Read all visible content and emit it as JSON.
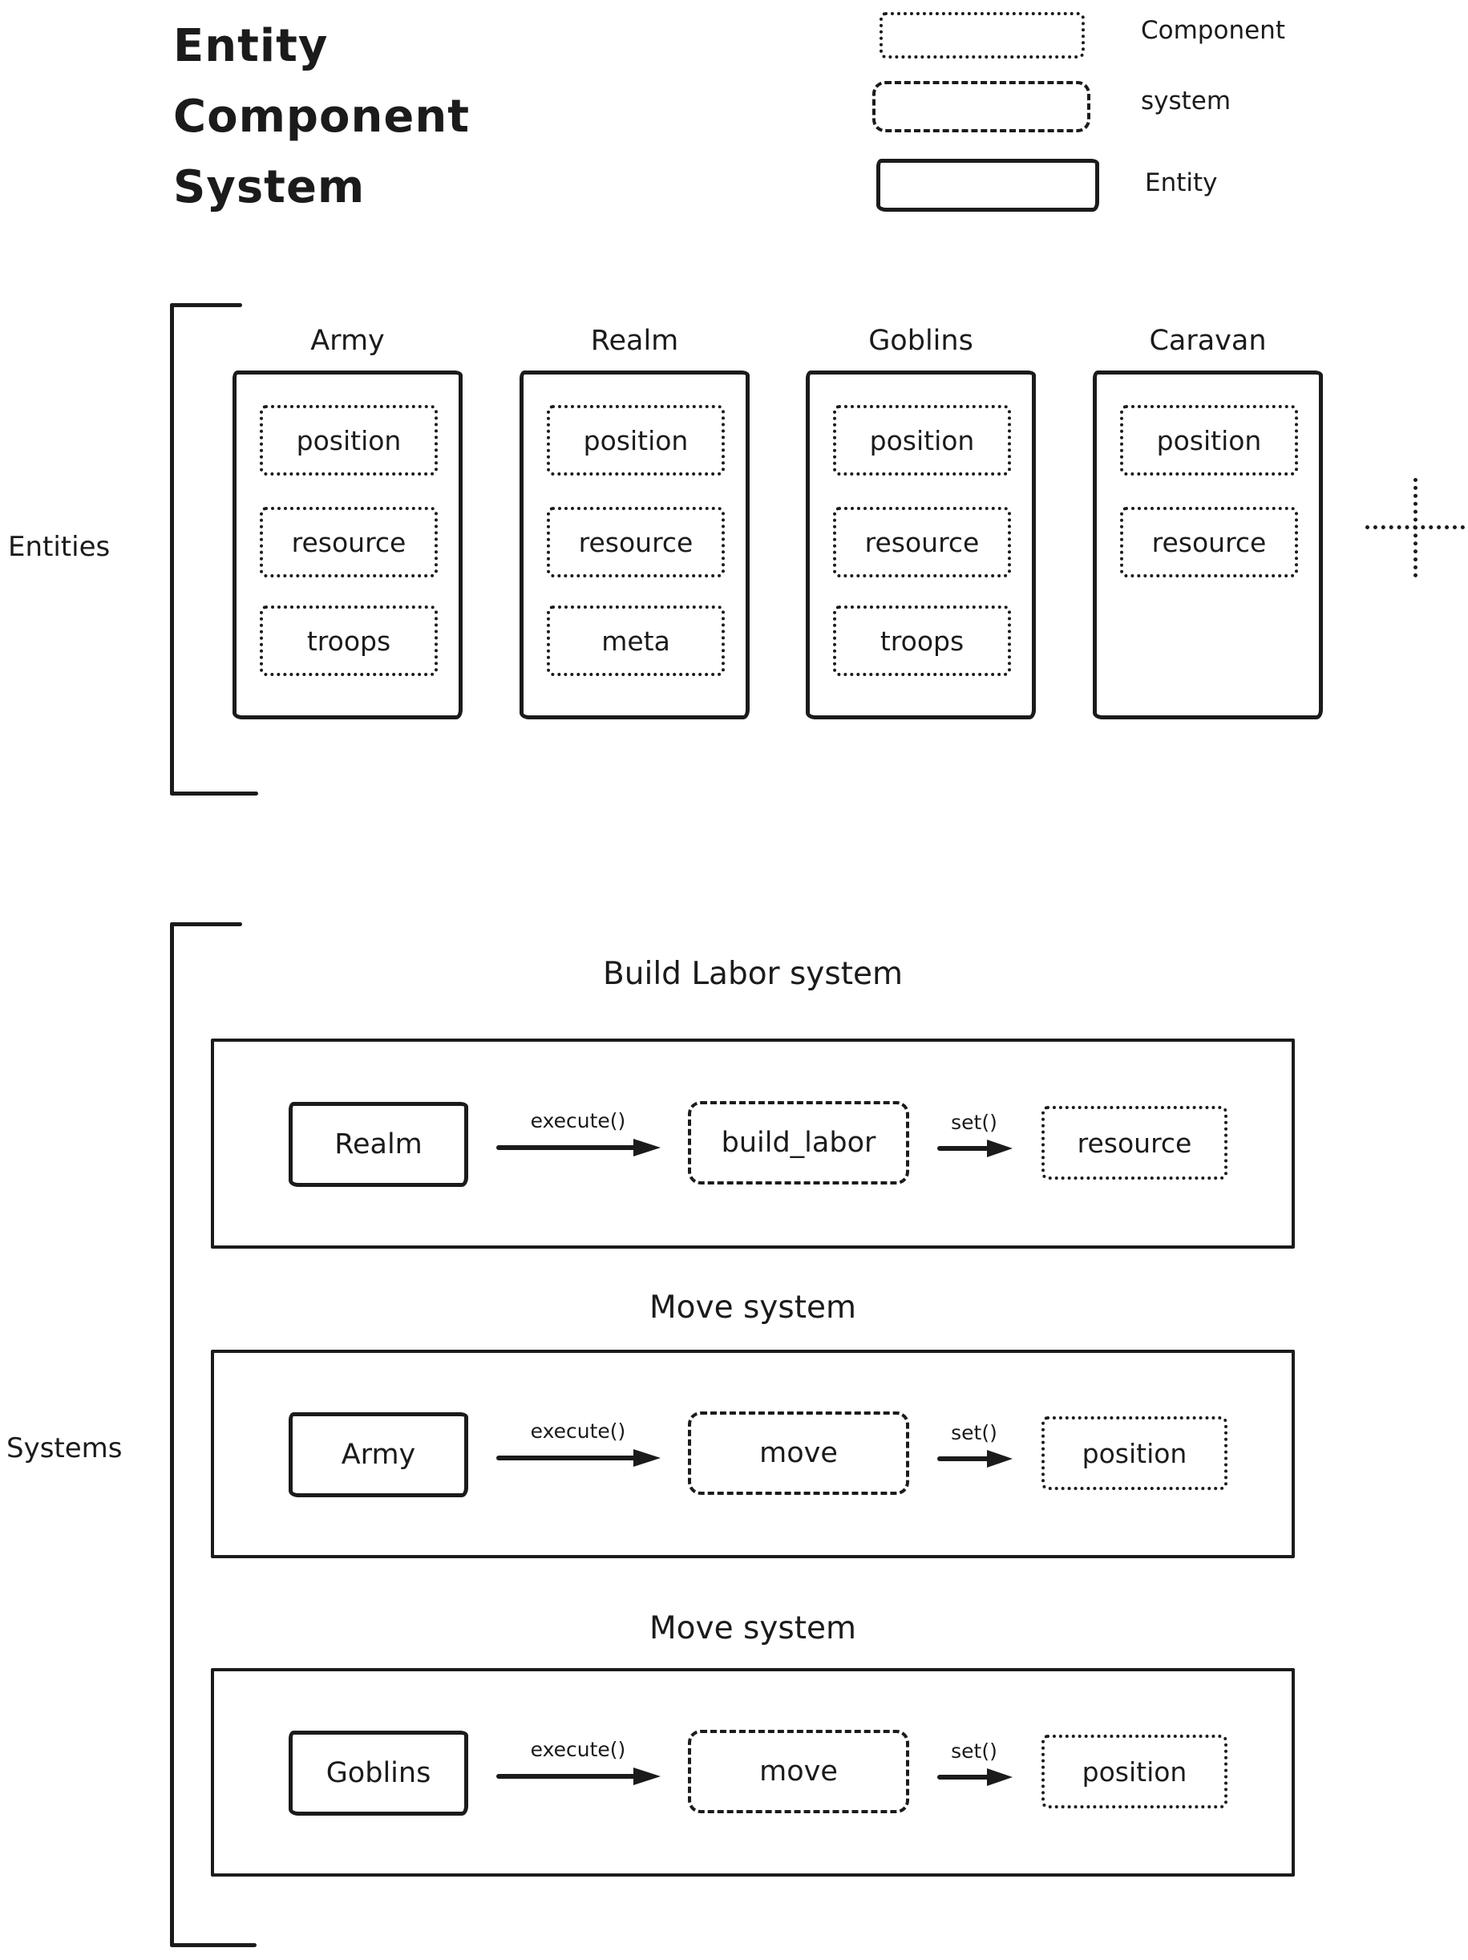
{
  "title": {
    "lines": [
      "Entity",
      "Component",
      "System"
    ]
  },
  "legend": {
    "items": [
      {
        "style": "dotted",
        "label": "Component"
      },
      {
        "style": "dashed",
        "label": "system"
      },
      {
        "style": "solid",
        "label": "Entity"
      }
    ]
  },
  "entities_section": {
    "label": "Entities",
    "entities": [
      {
        "name": "Army",
        "components": [
          "position",
          "resource",
          "troops"
        ]
      },
      {
        "name": "Realm",
        "components": [
          "position",
          "resource",
          "meta"
        ]
      },
      {
        "name": "Goblins",
        "components": [
          "position",
          "resource",
          "troops"
        ]
      },
      {
        "name": "Caravan",
        "components": [
          "position",
          "resource"
        ]
      }
    ]
  },
  "systems_section": {
    "label": "Systems",
    "systems": [
      {
        "title": "Build Labor system",
        "entity": "Realm",
        "call_label": "execute()",
        "system_fn": "build_labor",
        "set_label": "set()",
        "component": "resource"
      },
      {
        "title": "Move system",
        "entity": "Army",
        "call_label": "execute()",
        "system_fn": "move",
        "set_label": "set()",
        "component": "position"
      },
      {
        "title": "Move system",
        "entity": "Goblins",
        "call_label": "execute()",
        "system_fn": "move",
        "set_label": "set()",
        "component": "position"
      }
    ]
  }
}
